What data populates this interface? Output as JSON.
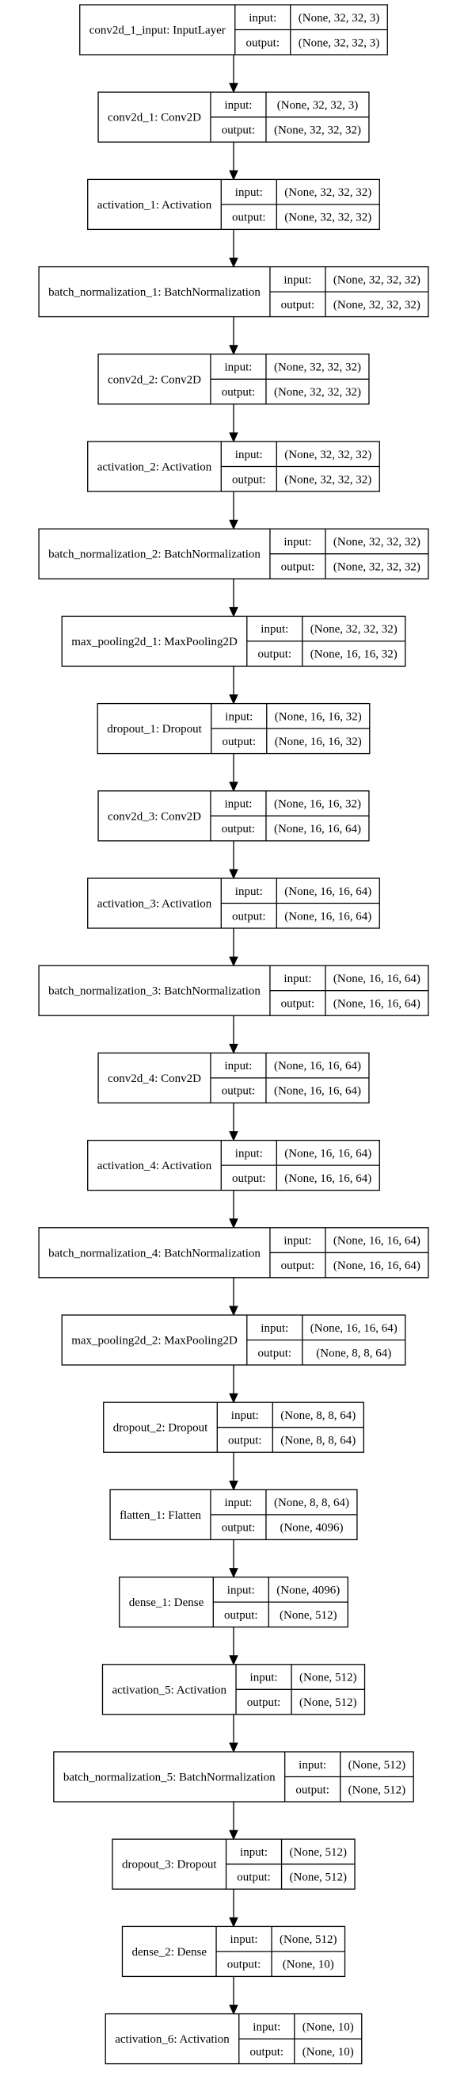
{
  "labels": {
    "input": "input:",
    "output": "output:"
  },
  "layers": [
    {
      "name": "conv2d_1_input: InputLayer",
      "input": "(None, 32, 32, 3)",
      "output": "(None, 32, 32, 3)"
    },
    {
      "name": "conv2d_1: Conv2D",
      "input": "(None, 32, 32, 3)",
      "output": "(None, 32, 32, 32)"
    },
    {
      "name": "activation_1: Activation",
      "input": "(None, 32, 32, 32)",
      "output": "(None, 32, 32, 32)"
    },
    {
      "name": "batch_normalization_1: BatchNormalization",
      "input": "(None, 32, 32, 32)",
      "output": "(None, 32, 32, 32)"
    },
    {
      "name": "conv2d_2: Conv2D",
      "input": "(None, 32, 32, 32)",
      "output": "(None, 32, 32, 32)"
    },
    {
      "name": "activation_2: Activation",
      "input": "(None, 32, 32, 32)",
      "output": "(None, 32, 32, 32)"
    },
    {
      "name": "batch_normalization_2: BatchNormalization",
      "input": "(None, 32, 32, 32)",
      "output": "(None, 32, 32, 32)"
    },
    {
      "name": "max_pooling2d_1: MaxPooling2D",
      "input": "(None, 32, 32, 32)",
      "output": "(None, 16, 16, 32)"
    },
    {
      "name": "dropout_1: Dropout",
      "input": "(None, 16, 16, 32)",
      "output": "(None, 16, 16, 32)"
    },
    {
      "name": "conv2d_3: Conv2D",
      "input": "(None, 16, 16, 32)",
      "output": "(None, 16, 16, 64)"
    },
    {
      "name": "activation_3: Activation",
      "input": "(None, 16, 16, 64)",
      "output": "(None, 16, 16, 64)"
    },
    {
      "name": "batch_normalization_3: BatchNormalization",
      "input": "(None, 16, 16, 64)",
      "output": "(None, 16, 16, 64)"
    },
    {
      "name": "conv2d_4: Conv2D",
      "input": "(None, 16, 16, 64)",
      "output": "(None, 16, 16, 64)"
    },
    {
      "name": "activation_4: Activation",
      "input": "(None, 16, 16, 64)",
      "output": "(None, 16, 16, 64)"
    },
    {
      "name": "batch_normalization_4: BatchNormalization",
      "input": "(None, 16, 16, 64)",
      "output": "(None, 16, 16, 64)"
    },
    {
      "name": "max_pooling2d_2: MaxPooling2D",
      "input": "(None, 16, 16, 64)",
      "output": "(None, 8, 8, 64)"
    },
    {
      "name": "dropout_2: Dropout",
      "input": "(None, 8, 8, 64)",
      "output": "(None, 8, 8, 64)"
    },
    {
      "name": "flatten_1: Flatten",
      "input": "(None, 8, 8, 64)",
      "output": "(None, 4096)"
    },
    {
      "name": "dense_1: Dense",
      "input": "(None, 4096)",
      "output": "(None, 512)"
    },
    {
      "name": "activation_5: Activation",
      "input": "(None, 512)",
      "output": "(None, 512)"
    },
    {
      "name": "batch_normalization_5: BatchNormalization",
      "input": "(None, 512)",
      "output": "(None, 512)"
    },
    {
      "name": "dropout_3: Dropout",
      "input": "(None, 512)",
      "output": "(None, 512)"
    },
    {
      "name": "dense_2: Dense",
      "input": "(None, 512)",
      "output": "(None, 10)"
    },
    {
      "name": "activation_6: Activation",
      "input": "(None, 10)",
      "output": "(None, 10)"
    }
  ]
}
